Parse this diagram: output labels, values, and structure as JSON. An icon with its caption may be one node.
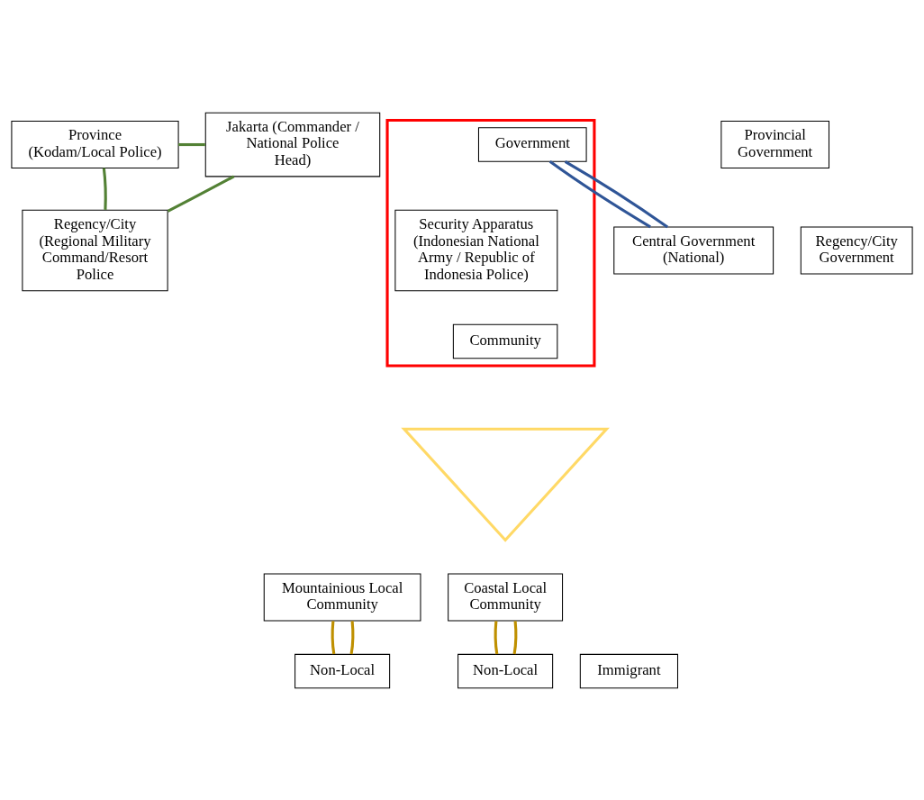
{
  "diagram": {
    "nodes": [
      {
        "text": [
          "Province (Kodam/Local Police)"
        ]
      },
      {
        "text": [
          "Jakarta (Commander / National Police Head)"
        ]
      },
      {
        "text": [
          "Provincial Government"
        ]
      },
      {
        "text": [],
        "shape": "triangle"
      },
      {
        "text": [
          "Security Apparatus (Indonesian National Army / Republic of Indonesia Police)"
        ],
        "in": 3
      },
      {
        "text": [
          "Government"
        ],
        "in": 3
      },
      {
        "text": [
          "Central Government (National)"
        ]
      },
      {
        "text": [
          "Regency/City (Regional Military Command/Resort Police"
        ]
      },
      {
        "text": [
          "Regency/City Government"
        ]
      },
      {
        "text": [
          "Community"
        ],
        "in": 3
      },
      {
        "text": [],
        "shape": "triangle"
      },
      {
        "text": [
          "Mountainious Local Community"
        ]
      },
      {
        "text": [
          "Coastal Local Community"
        ]
      },
      {
        "text": [
          "Non-Local"
        ]
      },
      {
        "text": [
          "Non-Local"
        ]
      },
      {
        "text": [
          "Immigrant"
        ]
      }
    ],
    "edges": [
      {
        "from": 0,
        "to": 1,
        "arrow": "none",
        "color": "#538135"
      },
      {
        "from": 0,
        "to": 7,
        "arrow": "none",
        "color": "#538135"
      },
      {
        "from": 1,
        "to": 7,
        "arrow": "none",
        "color": "#538135"
      },
      {
        "from": 5,
        "to": 6,
        "arrow": "none",
        "color": "#2f5597"
      },
      {
        "from": 5,
        "to": 6,
        "arrow": "none",
        "color": "#2f5597"
      },
      {
        "from": 11,
        "to": 13,
        "arrow": "none",
        "color": "#bf9000"
      },
      {
        "from": 11,
        "to": 13,
        "arrow": "none",
        "color": "#bf9000"
      },
      {
        "from": 12,
        "to": 14,
        "arrow": "none",
        "color": "#bf9000"
      },
      {
        "from": 12,
        "to": 14,
        "arrow": "none",
        "color": "#bf9000"
      }
    ]
  }
}
